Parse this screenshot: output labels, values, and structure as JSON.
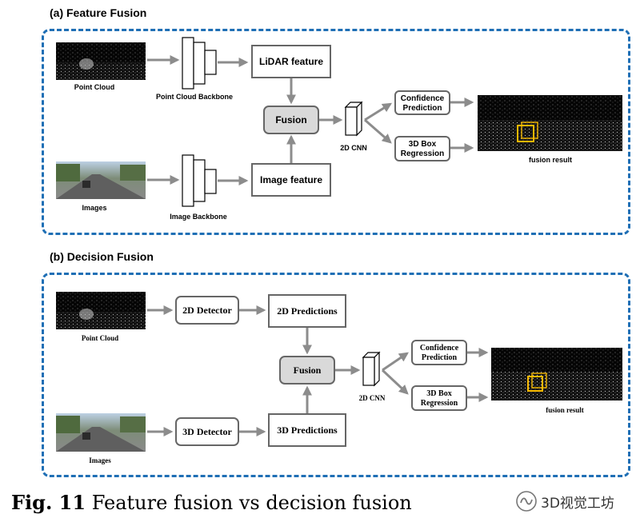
{
  "panel_a": {
    "title": "(a) Feature Fusion",
    "point_cloud_label": "Point Cloud",
    "images_label": "Images",
    "point_cloud_backbone": "Point Cloud Backbone",
    "image_backbone": "Image Backbone",
    "lidar_feature": "LiDAR feature",
    "image_feature": "Image feature",
    "fusion": "Fusion",
    "cnn_label": "2D CNN",
    "confidence_line1": "Confidence",
    "confidence_line2": "Prediction",
    "box_line1": "3D Box",
    "box_line2": "Regression",
    "result_label": "fusion result"
  },
  "panel_b": {
    "title": "(b) Decision Fusion",
    "point_cloud_label": "Point Cloud",
    "images_label": "Images",
    "detector_2d": "2D Detector",
    "detector_3d": "3D Detector",
    "predictions_2d": "2D Predictions",
    "predictions_3d": "3D Predictions",
    "fusion": "Fusion",
    "cnn_label": "2D CNN",
    "confidence_line1": "Confidence",
    "confidence_line2": "Prediction",
    "box_line1": "3D Box",
    "box_line2": "Regression",
    "result_label": "fusion result"
  },
  "caption": {
    "label": "Fig. 11",
    "text": "Feature fusion vs decision fusion"
  },
  "watermark": {
    "text": "3D视觉工坊",
    "icon": "wechat-channel-icon"
  },
  "colors": {
    "panel_border": "#1f6fb5",
    "arrow": "#8c8c8c",
    "box_border": "#666666",
    "fusion_fill": "#d9d9d9",
    "bbox_highlight": "#f5b800"
  }
}
